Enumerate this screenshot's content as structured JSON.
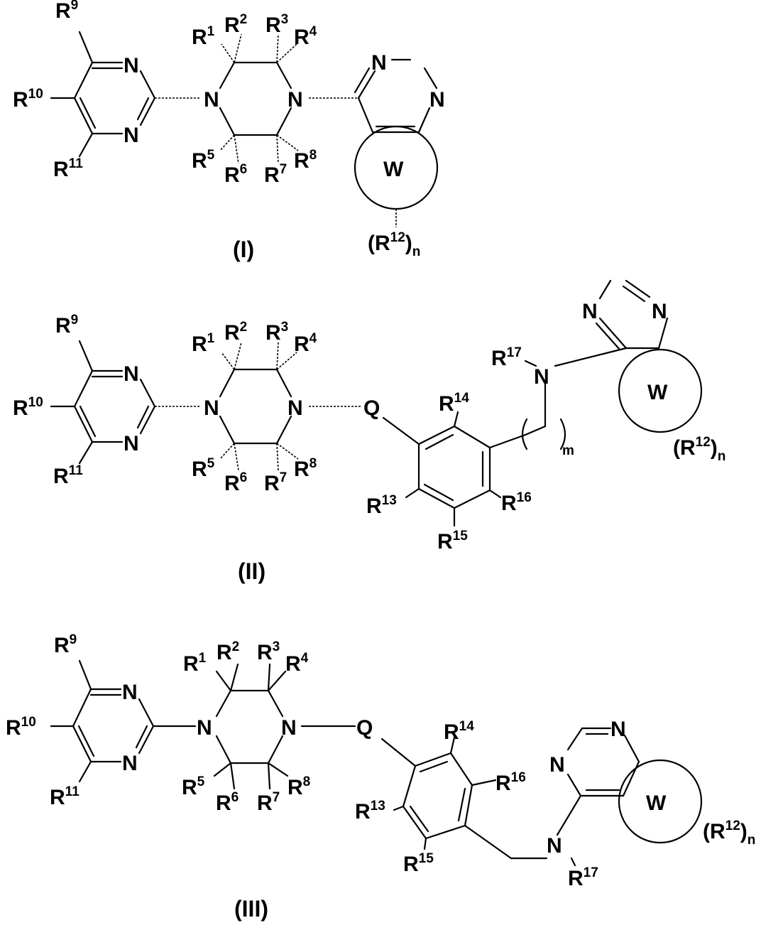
{
  "structures": [
    {
      "name": "formula-I",
      "label": "(I)",
      "atoms": {
        "r9": {
          "base": "R",
          "sup": "9"
        },
        "r10": {
          "base": "R",
          "sup": "10"
        },
        "r11": {
          "base": "R",
          "sup": "11"
        },
        "r1": {
          "base": "R",
          "sup": "1"
        },
        "r2": {
          "base": "R",
          "sup": "2"
        },
        "r3": {
          "base": "R",
          "sup": "3"
        },
        "r4": {
          "base": "R",
          "sup": "4"
        },
        "r5": {
          "base": "R",
          "sup": "5"
        },
        "r6": {
          "base": "R",
          "sup": "6"
        },
        "r7": {
          "base": "R",
          "sup": "7"
        },
        "r8": {
          "base": "R",
          "sup": "8"
        },
        "pyr_n1": "N",
        "pyr_n2": "N",
        "pip_n1": "N",
        "pip_n2": "N",
        "quin_n1": "N",
        "quin_n2": "N",
        "ring": "W",
        "r12": {
          "open": "(R",
          "sup": "12",
          "close": ")",
          "sub": "n"
        }
      }
    },
    {
      "name": "formula-II",
      "label": "(II)",
      "atoms": {
        "r9": {
          "base": "R",
          "sup": "9"
        },
        "r10": {
          "base": "R",
          "sup": "10"
        },
        "r11": {
          "base": "R",
          "sup": "11"
        },
        "r1": {
          "base": "R",
          "sup": "1"
        },
        "r2": {
          "base": "R",
          "sup": "2"
        },
        "r3": {
          "base": "R",
          "sup": "3"
        },
        "r4": {
          "base": "R",
          "sup": "4"
        },
        "r5": {
          "base": "R",
          "sup": "5"
        },
        "r6": {
          "base": "R",
          "sup": "6"
        },
        "r7": {
          "base": "R",
          "sup": "7"
        },
        "r8": {
          "base": "R",
          "sup": "8"
        },
        "r13": {
          "base": "R",
          "sup": "13"
        },
        "r14": {
          "base": "R",
          "sup": "14"
        },
        "r15": {
          "base": "R",
          "sup": "15"
        },
        "r16": {
          "base": "R",
          "sup": "16"
        },
        "r17": {
          "base": "R",
          "sup": "17"
        },
        "pyr_n1": "N",
        "pyr_n2": "N",
        "pip_n1": "N",
        "pip_n2": "N",
        "linker": "Q",
        "amine_n": "N",
        "chain_sub": "m",
        "quin_n1": "N",
        "quin_n2": "N",
        "ring": "W",
        "r12": {
          "open": "(R",
          "sup": "12",
          "close": ")",
          "sub": "n"
        }
      }
    },
    {
      "name": "formula-III",
      "label": "(III)",
      "atoms": {
        "r9": {
          "base": "R",
          "sup": "9"
        },
        "r10": {
          "base": "R",
          "sup": "10"
        },
        "r11": {
          "base": "R",
          "sup": "11"
        },
        "r1": {
          "base": "R",
          "sup": "1"
        },
        "r2": {
          "base": "R",
          "sup": "2"
        },
        "r3": {
          "base": "R",
          "sup": "3"
        },
        "r4": {
          "base": "R",
          "sup": "4"
        },
        "r5": {
          "base": "R",
          "sup": "5"
        },
        "r6": {
          "base": "R",
          "sup": "6"
        },
        "r7": {
          "base": "R",
          "sup": "7"
        },
        "r8": {
          "base": "R",
          "sup": "8"
        },
        "r13": {
          "base": "R",
          "sup": "13"
        },
        "r14": {
          "base": "R",
          "sup": "14"
        },
        "r15": {
          "base": "R",
          "sup": "15"
        },
        "r16": {
          "base": "R",
          "sup": "16"
        },
        "r17": {
          "base": "R",
          "sup": "17"
        },
        "pyr_n1": "N",
        "pyr_n2": "N",
        "pip_n1": "N",
        "pip_n2": "N",
        "linker": "Q",
        "amine_n": "N",
        "quin_n1": "N",
        "quin_n2": "N",
        "ring": "W",
        "r12": {
          "open": "(R",
          "sup": "12",
          "close": ")",
          "sub": "n"
        }
      }
    }
  ]
}
